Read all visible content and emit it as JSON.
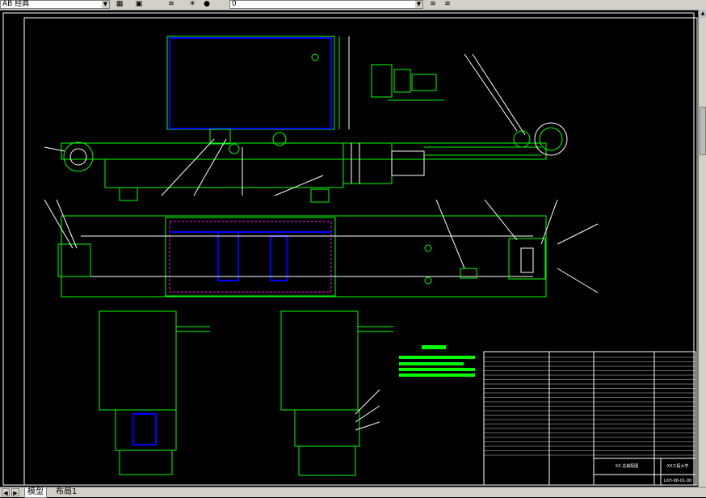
{
  "toolbar": {
    "layer_combo_value": "AB 经典",
    "layer_combo_icon": "chevron-down-icon",
    "linetype_combo_value": "0",
    "linetype_combo_icon": "chevron-down-icon"
  },
  "tabs": [
    {
      "label": "模型",
      "active": true
    },
    {
      "label": "布局1",
      "active": false
    }
  ],
  "title_block": {
    "school": "XX工程大学",
    "drawing_title": "XX 总装配图",
    "drawing_no": "LXH-98-01-00"
  },
  "colors": {
    "background": "#000000",
    "green": "#00ff00",
    "blue": "#0000ff",
    "white": "#ffffff",
    "magenta": "#ff00ff"
  }
}
